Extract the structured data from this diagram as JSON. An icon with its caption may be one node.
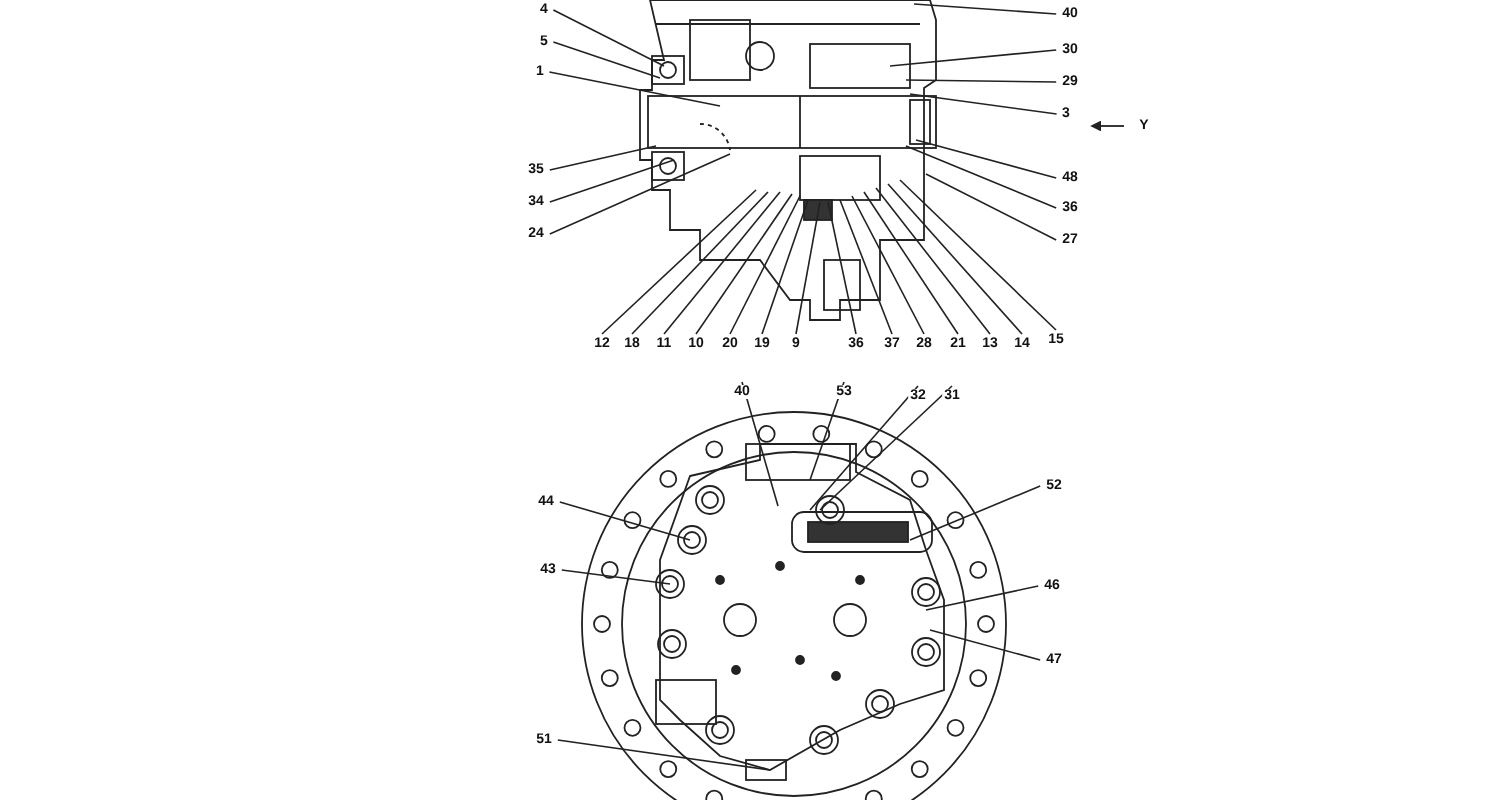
{
  "diagram": {
    "nodes": [
      {
        "text": [
          "4"
        ]
      },
      {
        "text": [
          "5"
        ]
      },
      {
        "text": [
          "1"
        ]
      },
      {
        "text": [
          "35"
        ]
      },
      {
        "text": [
          "34"
        ]
      },
      {
        "text": [
          "24"
        ]
      },
      {
        "text": [
          "40"
        ]
      },
      {
        "text": [
          "30"
        ]
      },
      {
        "text": [
          "29"
        ]
      },
      {
        "text": [
          "3"
        ]
      },
      {
        "text": [
          "48"
        ]
      },
      {
        "text": [
          "36"
        ]
      },
      {
        "text": [
          "27"
        ]
      },
      {
        "text": [
          "12"
        ]
      },
      {
        "text": [
          "18"
        ]
      },
      {
        "text": [
          "11"
        ]
      },
      {
        "text": [
          "10"
        ]
      },
      {
        "text": [
          "20"
        ]
      },
      {
        "text": [
          "19"
        ]
      },
      {
        "text": [
          "9"
        ]
      },
      {
        "text": [
          "36"
        ]
      },
      {
        "text": [
          "37"
        ]
      },
      {
        "text": [
          "28"
        ]
      },
      {
        "text": [
          "21"
        ]
      },
      {
        "text": [
          "13"
        ]
      },
      {
        "text": [
          "14"
        ]
      },
      {
        "text": [
          "15"
        ]
      },
      {
        "text": [
          "40"
        ]
      },
      {
        "text": [
          "53"
        ]
      },
      {
        "text": [
          "32"
        ]
      },
      {
        "text": [
          "31"
        ]
      },
      {
        "text": [
          "44"
        ]
      },
      {
        "text": [
          "52"
        ]
      },
      {
        "text": [
          "43"
        ]
      },
      {
        "text": [
          "46"
        ]
      },
      {
        "text": [
          "47"
        ]
      },
      {
        "text": [
          "51"
        ]
      },
      {
        "text": [],
        "shape": "picture"
      },
      {
        "text": [],
        "shape": "picture"
      }
    ],
    "edges": [
      {
        "from": 0,
        "to": 37,
        "arrow": "none"
      },
      {
        "from": 1,
        "to": 37,
        "arrow": "none"
      },
      {
        "from": 2,
        "to": 37,
        "arrow": "none"
      },
      {
        "from": 3,
        "to": 37,
        "arrow": "none"
      },
      {
        "from": 4,
        "to": 37,
        "arrow": "none"
      },
      {
        "from": 5,
        "to": 37,
        "arrow": "none"
      },
      {
        "from": 6,
        "to": 37,
        "arrow": "none"
      },
      {
        "from": 7,
        "to": 37,
        "arrow": "none"
      },
      {
        "from": 8,
        "to": 37,
        "arrow": "none"
      },
      {
        "from": 9,
        "to": 37,
        "arrow": "none"
      },
      {
        "from": 10,
        "to": 37,
        "arrow": "none"
      },
      {
        "from": 11,
        "to": 37,
        "arrow": "none"
      },
      {
        "from": 12,
        "to": 37,
        "arrow": "none"
      },
      {
        "from": 13,
        "to": 37,
        "arrow": "none"
      },
      {
        "from": 14,
        "to": 37,
        "arrow": "none"
      },
      {
        "from": 15,
        "to": 37,
        "arrow": "none"
      },
      {
        "from": 16,
        "to": 37,
        "arrow": "none"
      },
      {
        "from": 17,
        "to": 37,
        "arrow": "none"
      },
      {
        "from": 18,
        "to": 37,
        "arrow": "none"
      },
      {
        "from": 19,
        "to": 37,
        "arrow": "none"
      },
      {
        "from": 20,
        "to": 37,
        "arrow": "none"
      },
      {
        "from": 21,
        "to": 37,
        "arrow": "none"
      },
      {
        "from": 22,
        "to": 37,
        "arrow": "none"
      },
      {
        "from": 23,
        "to": 37,
        "arrow": "none"
      },
      {
        "from": 24,
        "to": 37,
        "arrow": "none"
      },
      {
        "from": 25,
        "to": 37,
        "arrow": "none"
      },
      {
        "from": 26,
        "to": 37,
        "arrow": "none"
      },
      {
        "from": 27,
        "to": 38,
        "arrow": "none"
      },
      {
        "from": 28,
        "to": 38,
        "arrow": "none"
      },
      {
        "from": 29,
        "to": 38,
        "arrow": "none"
      },
      {
        "from": 30,
        "to": 38,
        "arrow": "none"
      },
      {
        "from": 31,
        "to": 38,
        "arrow": "none"
      },
      {
        "from": 32,
        "to": 38,
        "arrow": "none"
      },
      {
        "from": 33,
        "to": 38,
        "arrow": "none"
      },
      {
        "from": 34,
        "to": 38,
        "arrow": "none"
      },
      {
        "from": 35,
        "to": 38,
        "arrow": "none"
      },
      {
        "from": 36,
        "to": 38,
        "arrow": "none"
      }
    ],
    "labels": [
      "Y"
    ]
  }
}
